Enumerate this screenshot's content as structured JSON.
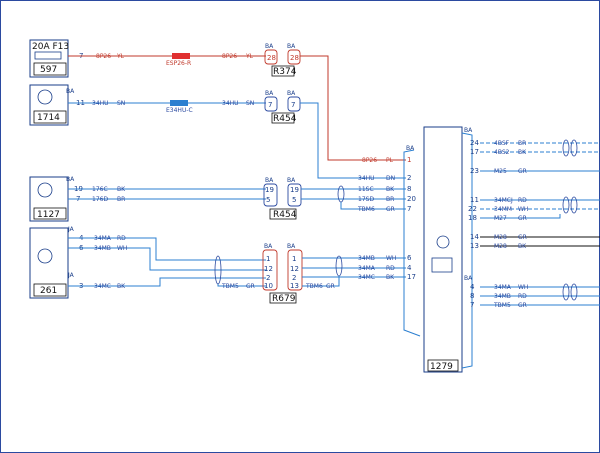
{
  "components": {
    "c597": {
      "id": "597",
      "fuse_label": "20A F13"
    },
    "c1714": {
      "id": "1714"
    },
    "c1127": {
      "id": "1127"
    },
    "c261": {
      "id": "261"
    },
    "c1279": {
      "id": "1279"
    }
  },
  "connectors": {
    "r374": {
      "id": "R374",
      "pins_left": "28",
      "pins_right": "28"
    },
    "r454a": {
      "id": "R454",
      "pins_left": "7",
      "pins_right": "7"
    },
    "r454b": {
      "id": "R454",
      "pins_left": [
        "19",
        "5"
      ],
      "pins_right": [
        "19",
        "5"
      ]
    },
    "r679": {
      "id": "R679",
      "pins_left": [
        "1",
        "12",
        "2",
        "10"
      ],
      "pins_right": [
        "1",
        "12",
        "2",
        "13"
      ]
    }
  },
  "labels": {
    "ba": "BA",
    "ja": "JA",
    "splice_red": "ESP26-R",
    "splice_blue": "E34HU-C",
    "w_8p26_yl": "8P26",
    "w_yl": "YL",
    "w_34hu": "34HU",
    "w_sn": "SN",
    "w_176c": "176C",
    "w_176d": "176D",
    "w_bk": "BK",
    "w_br": "BR",
    "w_34ma": "34MA",
    "w_34mb": "34MB",
    "w_34mc": "34MC",
    "w_rd": "RD",
    "w_wh": "WH",
    "w_gr": "GR",
    "w_tbm5": "TBM5",
    "w_pl": "PL",
    "w_dn": "DN",
    "w_11sc": "11SC",
    "w_17sd": "17SD",
    "w_tbm6": "TBM6",
    "w_m25": "M25",
    "w_4bsf": "4BSF",
    "w_4bs2": "4BS2",
    "w_34mcj": "34MCJ",
    "w_34mm": "34MM",
    "w_m27": "M27",
    "w_m28": "M28",
    "w_m28b": "M28"
  },
  "pins": {
    "c597": "7",
    "c1714": "11",
    "c1127_a": "19",
    "c1127_b": "7",
    "c261_a": "4",
    "c261_b": "6",
    "c261_c": "3",
    "e_in": [
      "1",
      "2",
      "8",
      "20",
      "7",
      "6",
      "4",
      "17"
    ],
    "e_out": [
      "24",
      "17",
      "23",
      "11",
      "22",
      "18",
      "14",
      "13",
      "4",
      "8",
      "7"
    ]
  }
}
